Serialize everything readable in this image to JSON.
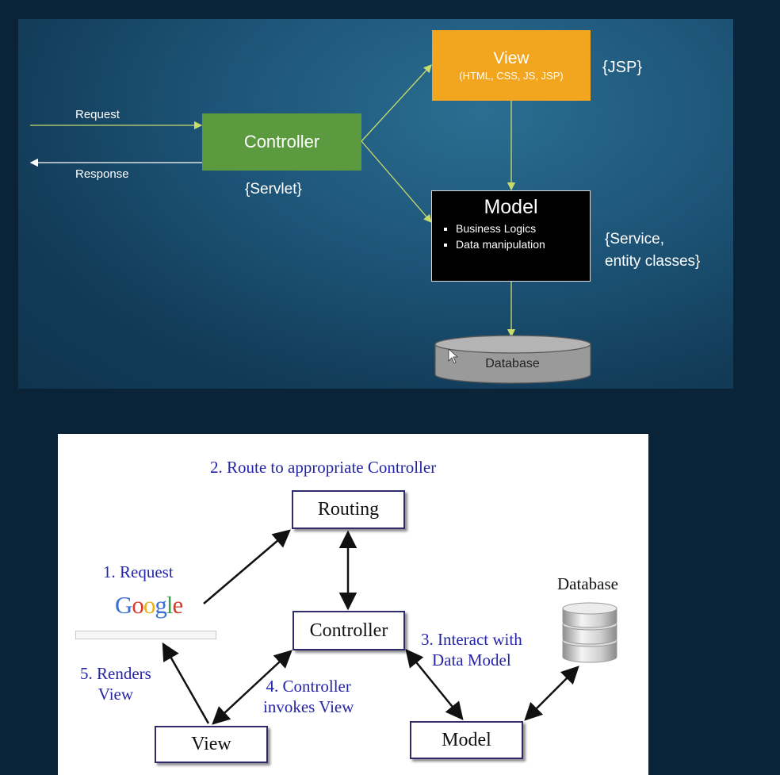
{
  "top_diagram": {
    "request_label": "Request",
    "response_label": "Response",
    "controller_label": "Controller",
    "controller_note": "{Servlet}",
    "view_label": "View",
    "view_sub": "(HTML, CSS, JS, JSP)",
    "view_note": "{JSP}",
    "model_label": "Model",
    "model_items": [
      "Business Logics",
      "Data manipulation"
    ],
    "model_note": "{Service,\nentity classes}",
    "database_label": "Database",
    "colors": {
      "controller": "#5b9a3e",
      "view": "#f2a51e",
      "model": "#000000",
      "arrow": "#c9dc6a"
    }
  },
  "bottom_diagram": {
    "step2": "2. Route to appropriate Controller",
    "routing_label": "Routing",
    "step1": "1. Request",
    "google_text": "Google",
    "controller_label": "Controller",
    "step3": "3. Interact with\nData Model",
    "database_label": "Database",
    "step5": "5. Renders\nView",
    "step4": "4. Controller\ninvokes View",
    "view_label": "View",
    "model_label": "Model",
    "colors": {
      "step_text": "#2424a8",
      "box_border": "#2f2a6a"
    }
  }
}
